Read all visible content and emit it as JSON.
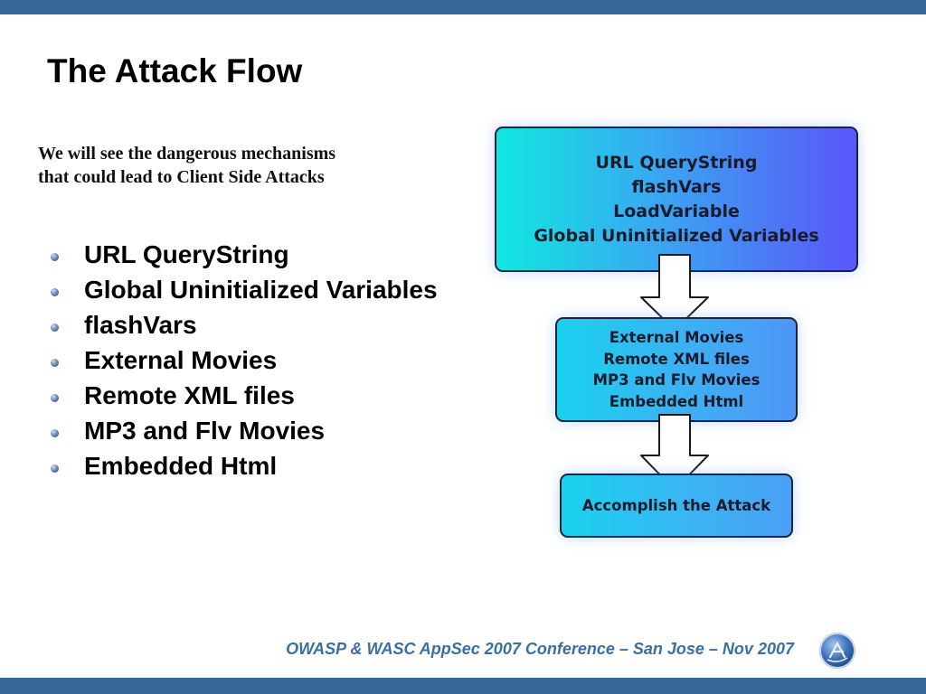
{
  "slide": {
    "title": "The Attack Flow",
    "subtitle_lines": [
      "We will see the dangerous mechanisms",
      "that could lead to Client Side Attacks"
    ],
    "bullets": [
      "URL QueryString",
      "Global Uninitialized Variables",
      "flashVars",
      "External Movies",
      "Remote XML files",
      "MP3 and Flv Movies",
      "Embedded Html"
    ]
  },
  "diagram": {
    "box1_lines": [
      "URL QueryString",
      "flashVars",
      "LoadVariable",
      "Global Uninitialized Variables"
    ],
    "box2_lines": [
      "External Movies",
      "Remote XML files",
      "MP3 and Flv Movies",
      "Embedded Html"
    ],
    "box3_lines": [
      "Accomplish the Attack"
    ]
  },
  "footer": {
    "text": "OWASP & WASC AppSec 2007 Conference – San Jose – Nov 2007"
  },
  "colors": {
    "bar": "#35679b",
    "footer_text": "#3a6fa2"
  }
}
